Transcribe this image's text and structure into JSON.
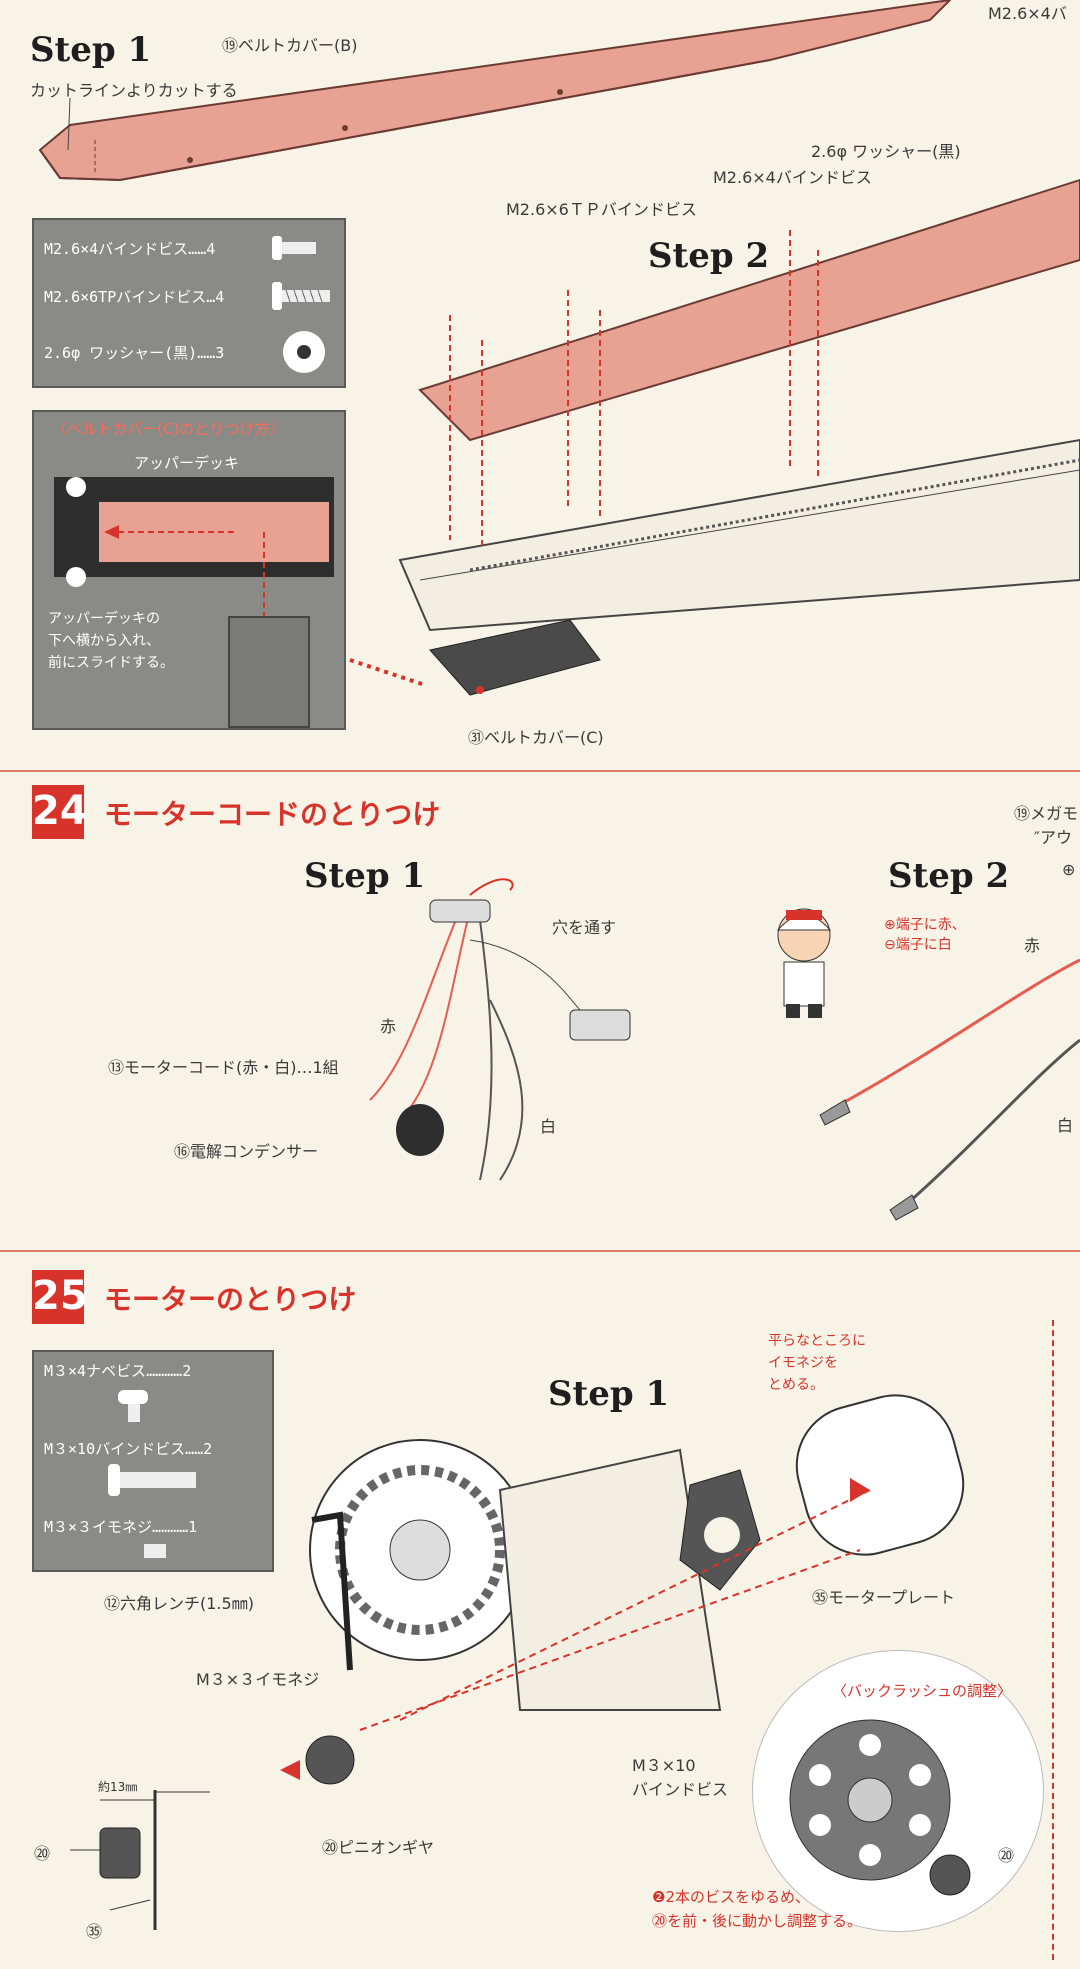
{
  "section23": {
    "step1": {
      "title": "Step 1",
      "part_label": "⑲ベルトカバー(B)",
      "cut_note": "カットラインよりカットする"
    },
    "parts_box": {
      "items": [
        {
          "text": "M2.6×4バインドビス……4",
          "icon": "bind-screw-icon"
        },
        {
          "text": "M2.6×6TPバインドビス…4",
          "icon": "tapping-screw-icon"
        },
        {
          "text": "2.6φ ワッシャー(黒)……3",
          "icon": "washer-icon"
        }
      ]
    },
    "inset": {
      "title": "〈ベルトカバー(C)のとりつけ方〉",
      "upper_deck": "アッパーデッキ",
      "note": [
        "アッパーデッキの",
        "下へ横から入れ、",
        "前にスライドする。"
      ]
    },
    "step2": {
      "title": "Step 2",
      "tp_screws": "M2.6×6ＴＰバインドビス",
      "bind_screws": "M2.6×4バインドビス",
      "washer": "2.6φ ワッシャー(黒)",
      "top_cut": "M2.6×4バ",
      "belt_cover_c": "㉛ベルトカバー(C)"
    }
  },
  "section24": {
    "number": "24",
    "title": "モーターコードのとりつけ",
    "step1": {
      "title": "Step 1",
      "through_hole": "穴を通す",
      "red": "赤",
      "white": "白",
      "motor_cord": "⑬モーターコード(赤・白)…1組",
      "capacitor": "⑯電解コンデンサー"
    },
    "step2": {
      "title": "Step 2",
      "terminal_note": [
        "⊕端子に赤、",
        "⊖端子に白"
      ],
      "red": "赤",
      "white": "白",
      "right_cut": [
        "⑲メガモ",
        "″アウ"
      ],
      "plus_mark": "⊕"
    }
  },
  "section25": {
    "number": "25",
    "title": "モーターのとりつけ",
    "parts_box": {
      "items": [
        {
          "text": "M３×4ナベビス…………2",
          "icon": "pan-screw-icon"
        },
        {
          "text": "M３×10バインドビス……2",
          "icon": "long-bind-screw-icon"
        },
        {
          "text": "M３×３イモネジ…………1",
          "icon": "set-screw-icon"
        }
      ]
    },
    "step1": {
      "title": "Step 1",
      "flat_note": [
        "平らなところに",
        "イモネジを",
        "とめる。"
      ],
      "hex_wrench": "⑫六角レンチ(1.5㎜)",
      "set_screw": "M３×３イモネジ",
      "motor_plate": "㉟モータープレート",
      "bind_screws": [
        "M３×10",
        "バインドビス"
      ],
      "pinion": "⑳ピニオンギヤ",
      "distance": "約13㎜",
      "pinion_ref": "⑳",
      "plate_ref": "㉟"
    },
    "backlash": {
      "title": "〈バックラッシュの調整〉",
      "gear_ref": "⑳",
      "note": [
        "❷2本のビスをゆるめ、",
        "⑳を前・後に動かし調整する。"
      ]
    }
  }
}
